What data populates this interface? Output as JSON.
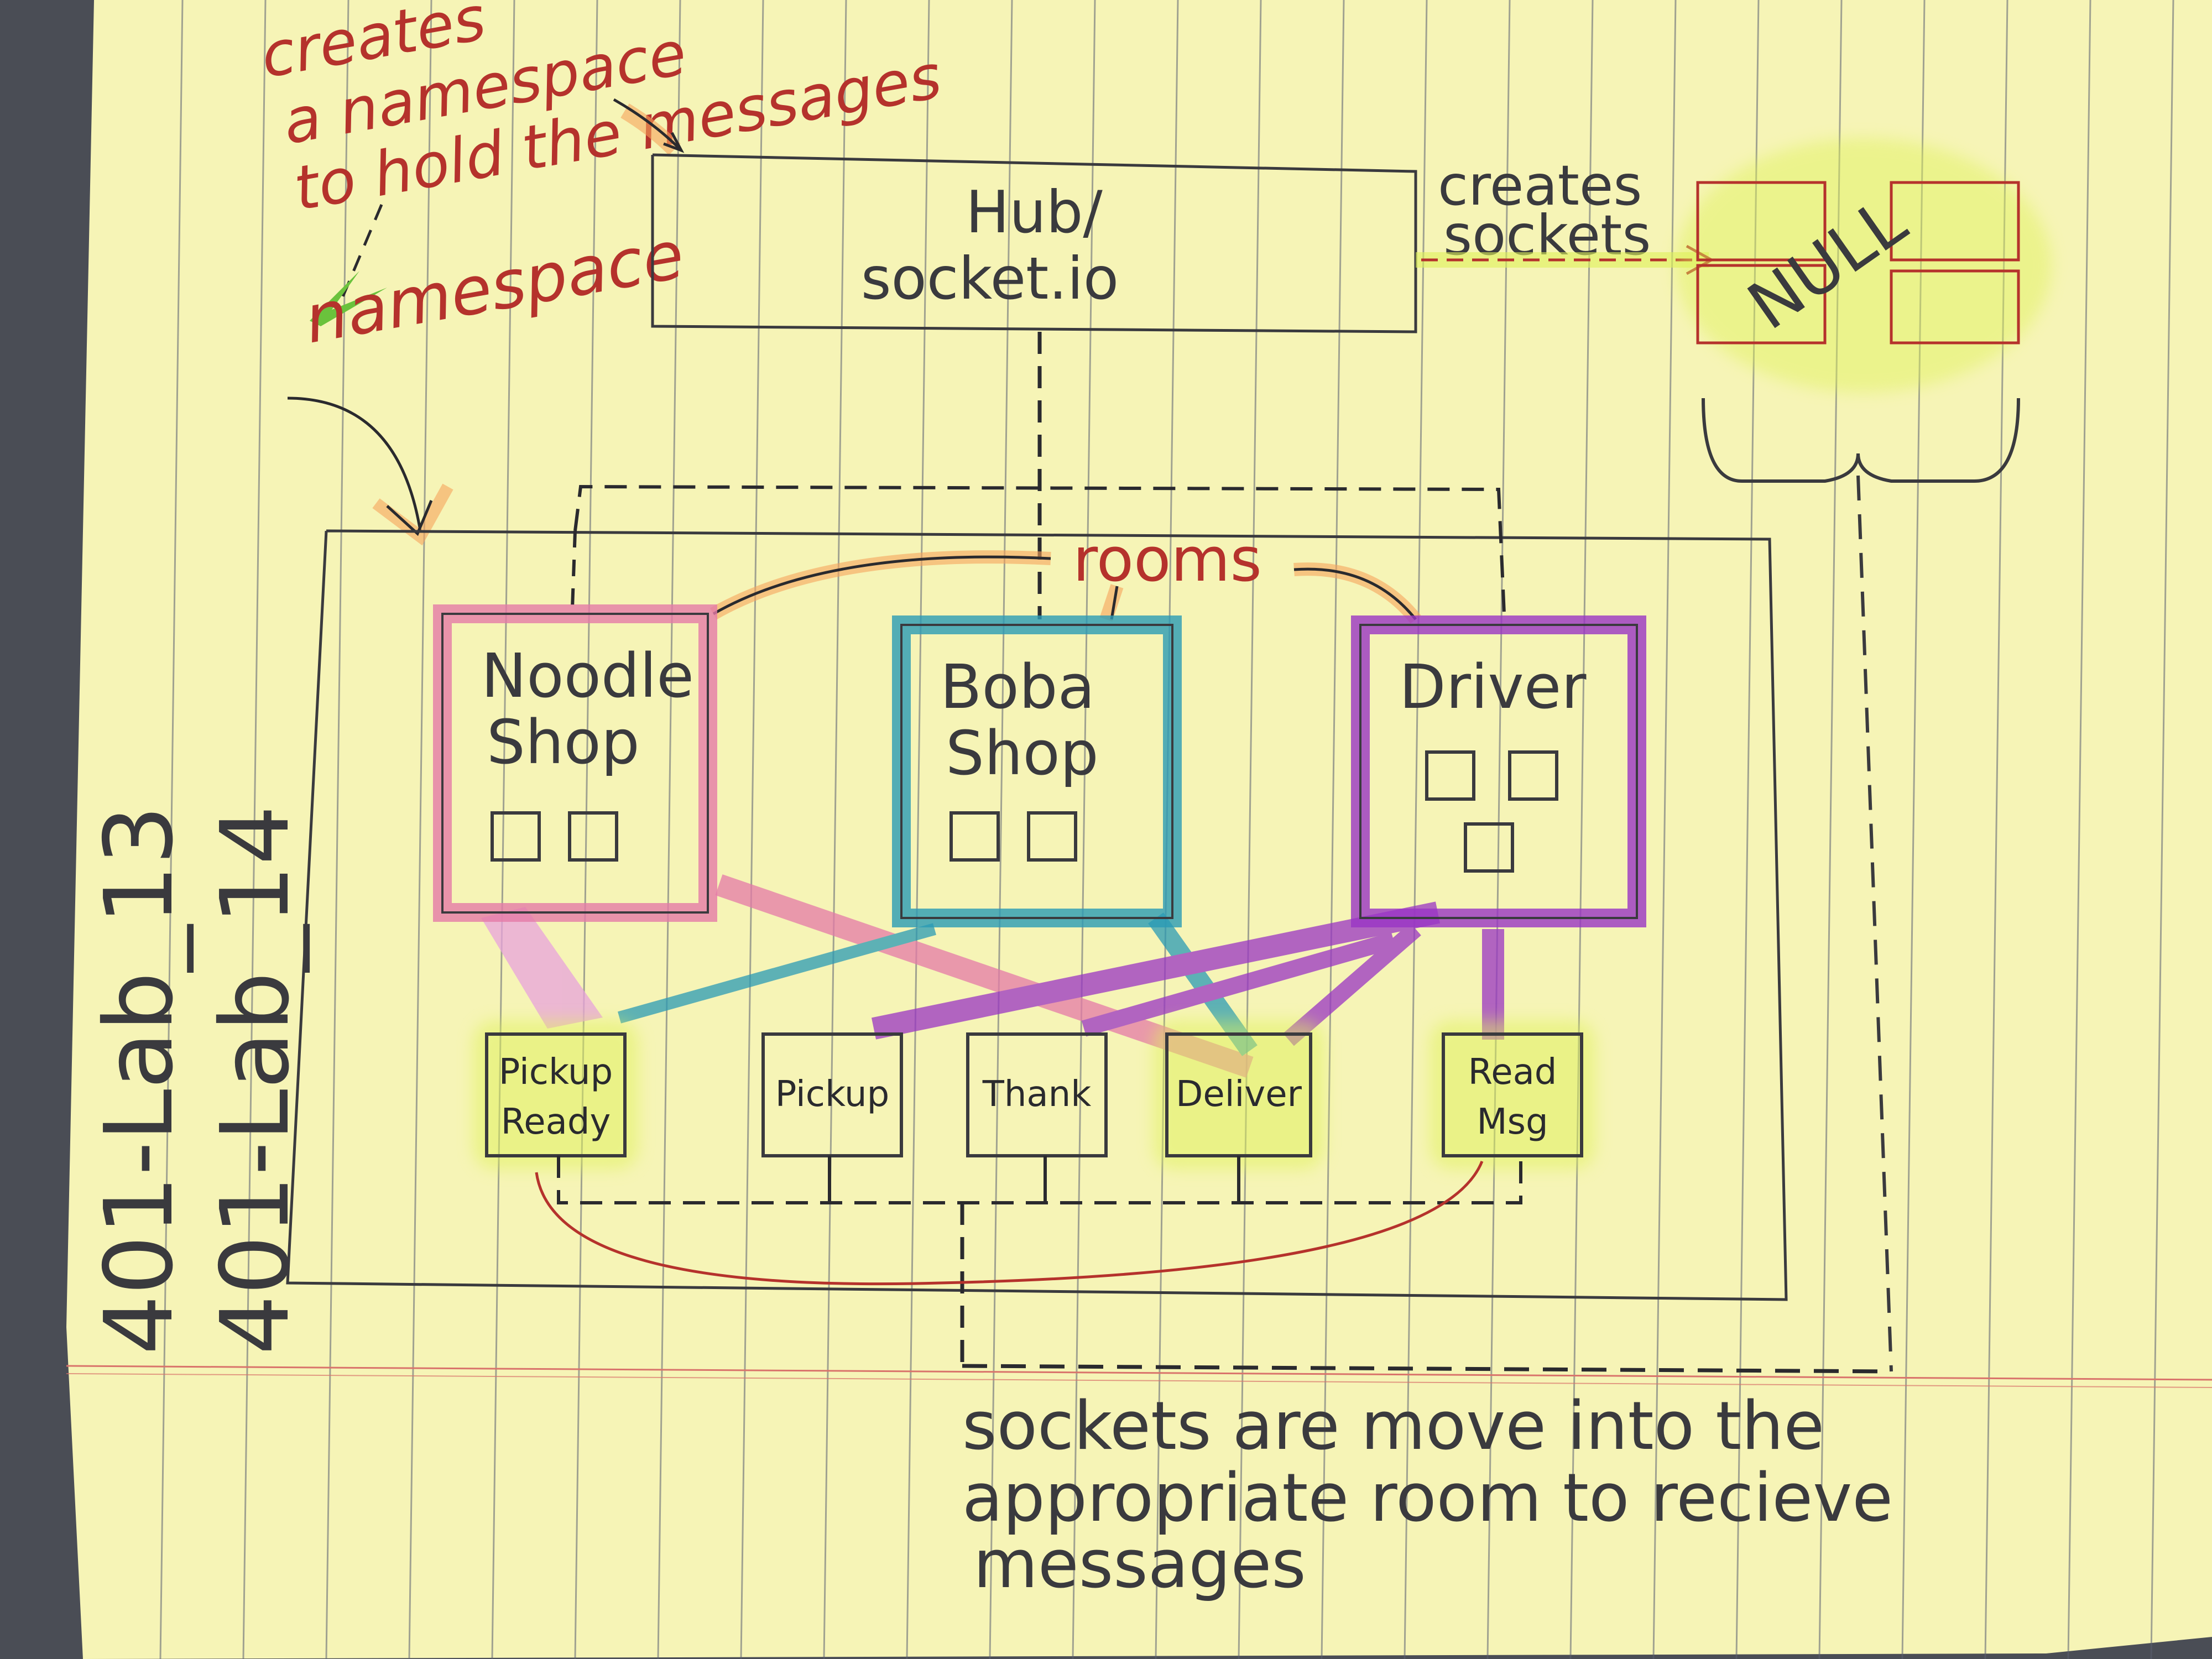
{
  "annotations": {
    "creates_namespace": [
      "creates",
      "a namespace",
      "to hold the messages"
    ],
    "namespace": "namespace",
    "creates_sockets": [
      "creates",
      "sockets"
    ],
    "rooms": "rooms",
    "null": "NULL",
    "footer": [
      "sockets are move into the",
      "appropriate room to recieve",
      "messages"
    ]
  },
  "hub": {
    "line1": "Hub/",
    "line2": "socket.io"
  },
  "lab_titles": [
    "401-Lab_13",
    "401-Lab_14"
  ],
  "rooms": [
    {
      "line1": "Noodle",
      "line2": "Shop",
      "color": "#e57aa8",
      "sockets": 2
    },
    {
      "line1": "Boba",
      "line2": "Shop",
      "color": "#2a9bb5",
      "sockets": 2
    },
    {
      "line1": "Driver",
      "line2": "",
      "color": "#9a35c4",
      "sockets": 3
    }
  ],
  "events": [
    {
      "line1": "Pickup",
      "line2": "Ready"
    },
    {
      "line1": "Pickup",
      "line2": ""
    },
    {
      "line1": "Thank",
      "line2": ""
    },
    {
      "line1": "Deliver",
      "line2": ""
    },
    {
      "line1": "Read",
      "line2": "Msg"
    }
  ],
  "colors": {
    "paper": "#f6f4b6",
    "rule_line": "#5a5f6e",
    "red_ink": "#b5322c",
    "pencil": "#3a3a3e",
    "highlight_yellow": "#dff25a",
    "highlight_orange": "#f7a35c"
  }
}
